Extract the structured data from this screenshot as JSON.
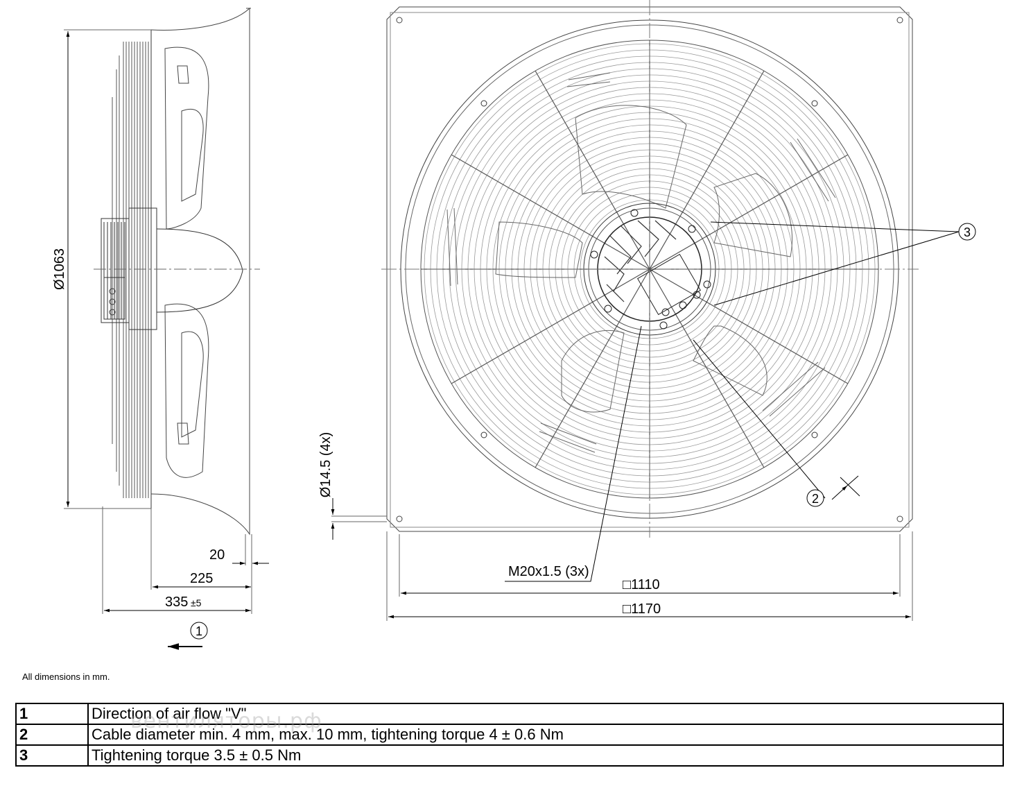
{
  "dimensions": {
    "diameter": "Ø1063",
    "hole": "Ø14.5 (4x)",
    "d20": "20",
    "d225": "225",
    "d335": "335",
    "tol": "±5",
    "thread": "M20x1.5 (3x)",
    "sq1110": "□1110",
    "sq1170": "□1170"
  },
  "callouts": {
    "c1": "1",
    "c2": "2",
    "c3": "3"
  },
  "note": "All dimensions in mm.",
  "legend": [
    {
      "num": "1",
      "text": "Direction of air flow \"V\""
    },
    {
      "num": "2",
      "text": "Cable diameter min. 4 mm, max. 10 mm, tightening torque 4 ± 0.6 Nm"
    },
    {
      "num": "3",
      "text": "Tightening torque 3.5 ± 0.5 Nm"
    }
  ],
  "watermark": "вентиляторы.рф"
}
